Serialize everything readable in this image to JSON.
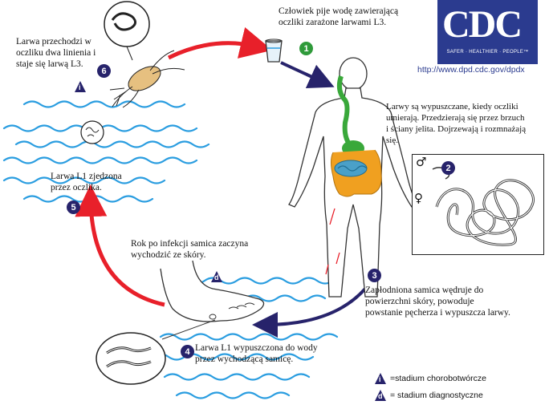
{
  "logo": {
    "letters": "CDC",
    "tagline": "SAFER · HEALTHIER · PEOPLE™",
    "url": "http://www.dpd.cdc.gov/dpdx"
  },
  "steps": [
    {
      "number": "1",
      "text": "Człowiek pije wodę zawierającą\noczliki zarażone larwami L3."
    },
    {
      "number": "2",
      "text": "Larwy są wypuszczane, kiedy oczliki\numierają. Przedzierają się przez brzuch\ni ściany jelita. Dojrzewają i rozmnażają\nsię."
    },
    {
      "number": "3",
      "text": "Zapłodniona samica wędruje do\npowierzchni skóry, powoduje\npowstanie pęcherza i wypuszcza larwy."
    },
    {
      "number": "4",
      "text": "Larwa L1 wypuszczona do wody\nprzez wychodzącą samicę."
    },
    {
      "number": "5",
      "text": "Larwa L1 zjedzona\nprzez oczlika."
    },
    {
      "number": "6",
      "text": "Larwa przechodzi w\noczliku dwa linienia i\nstaje się larwą L3."
    }
  ],
  "foot_note": "Rok po infekcji samica zaczyna\nwychodzić ze skóry.",
  "stage_markers": {
    "infective": "i",
    "diagnostic": "d"
  },
  "sex_symbols": {
    "male": "♂",
    "female": "♀"
  },
  "legend": [
    {
      "symbol": "i",
      "label": "=stadium chorobotwórcze"
    },
    {
      "symbol": "d",
      "label": "= stadium diagnostyczne"
    }
  ],
  "colors": {
    "red_arrow": "#e8202a",
    "blue_arrow": "#27236b",
    "water": "#2a9de0",
    "gut_green": "#39a83a",
    "gut_orange": "#f0a020",
    "gut_blue": "#4aa0c8",
    "badge_green": "#2f9a3a",
    "badge_navy": "#27236b"
  }
}
